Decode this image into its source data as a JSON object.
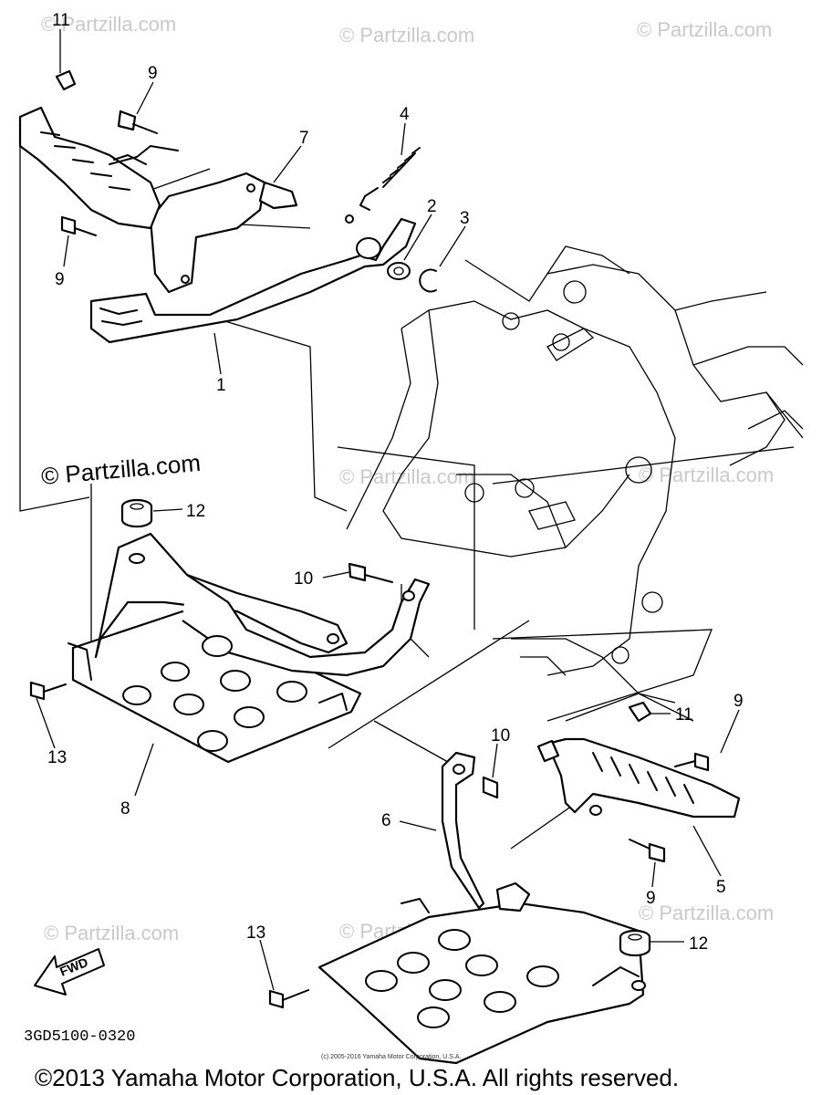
{
  "watermarks": [
    "© Partzilla.com",
    "© Partzilla.com",
    "© Partzilla.com",
    "© Partzilla.com",
    "© Partzilla.com",
    "© Partzilla.com",
    "© Partzilla.com",
    "© Partzilla.com",
    "© Partzilla.com"
  ],
  "callouts": {
    "c11a": "11",
    "c9a": "9",
    "c7": "7",
    "c4": "4",
    "c2": "2",
    "c3": "3",
    "c9b": "9",
    "c1": "1",
    "c12a": "12",
    "c10a": "10",
    "c13a": "13",
    "c8": "8",
    "c11b": "11",
    "c9c": "9",
    "c10b": "10",
    "c6": "6",
    "c9d": "9",
    "c5": "5",
    "c13b": "13",
    "c12b": "12"
  },
  "fwd_label": "FWD",
  "diagram_code": "3GD5100-0320",
  "small_notice": "(c) 2005-2016 Yamaha Motor Corporation, U.S.A.",
  "copyright": "©2013 Yamaha Motor Corporation, U.S.A. All rights reserved."
}
